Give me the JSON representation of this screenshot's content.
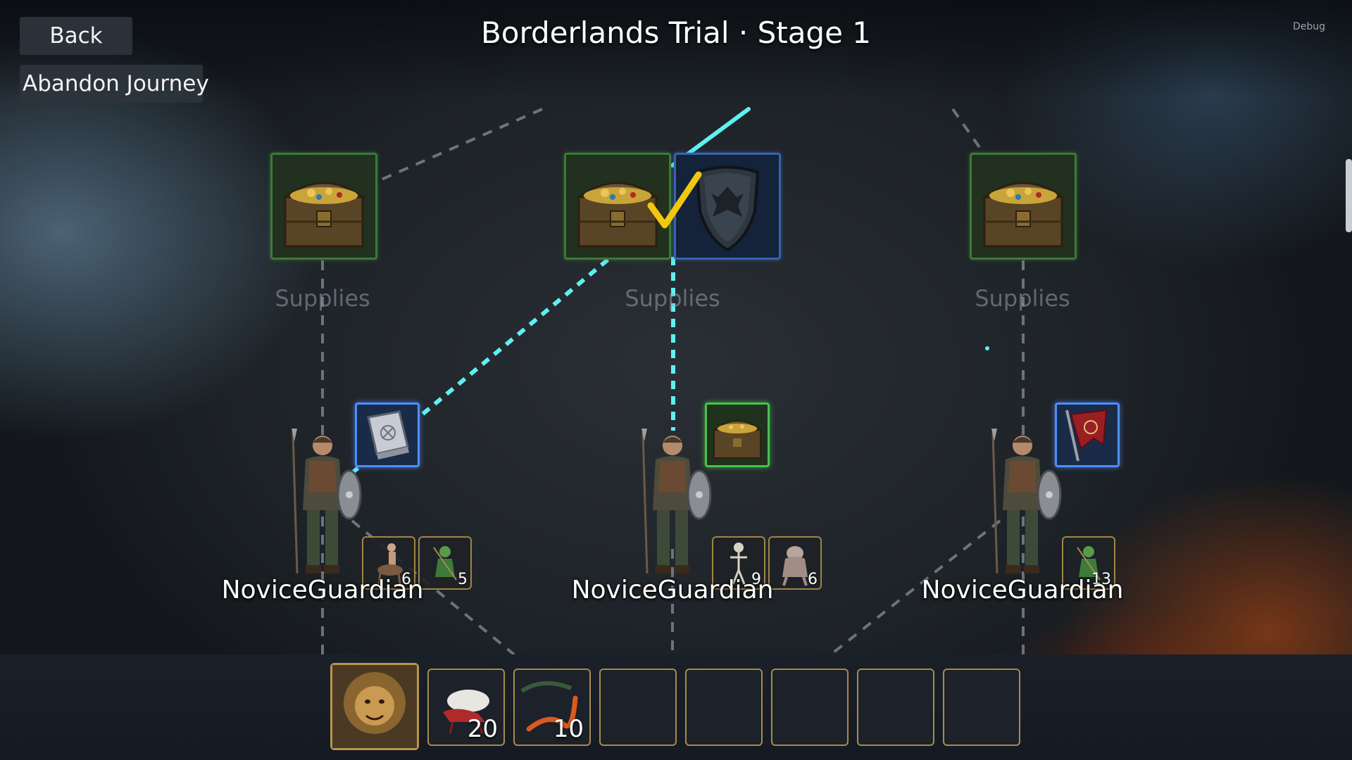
{
  "header": {
    "back_label": "Back",
    "abandon_label": "Abandon Journey",
    "title": "Borderlands Trial · Stage 1",
    "debug_label": "Debug"
  },
  "columns": [
    {
      "supplies_label": "Supplies",
      "guardian_name": "NoviceGuardian",
      "reward_icon": "spellbook-icon",
      "enemies": [
        {
          "icon": "centaur-icon",
          "count": "6"
        },
        {
          "icon": "goblin-icon",
          "count": "5"
        }
      ]
    },
    {
      "supplies_label": "Supplies",
      "guardian_name": "NoviceGuardian",
      "reward_icon": "treasure-chest-icon",
      "extra_reward_icon": "shield-icon",
      "enemies": [
        {
          "icon": "skeleton-icon",
          "count": "9"
        },
        {
          "icon": "ghoul-icon",
          "count": "6"
        }
      ]
    },
    {
      "supplies_label": "Supplies",
      "guardian_name": "NoviceGuardian",
      "reward_icon": "war-banner-icon",
      "enemies": [
        {
          "icon": "goblin-icon",
          "count": "13"
        }
      ]
    }
  ],
  "army": {
    "hero_icon": "lion-warrior-icon",
    "units": [
      {
        "icon": "beast-icon",
        "count": "20"
      },
      {
        "icon": "serpent-icon",
        "count": "10"
      }
    ]
  },
  "colors": {
    "path_active": "#5ff0f0",
    "path_inactive": "#7c8898",
    "checkmark": "#f2c80f",
    "slot_border": "#a88b47"
  }
}
